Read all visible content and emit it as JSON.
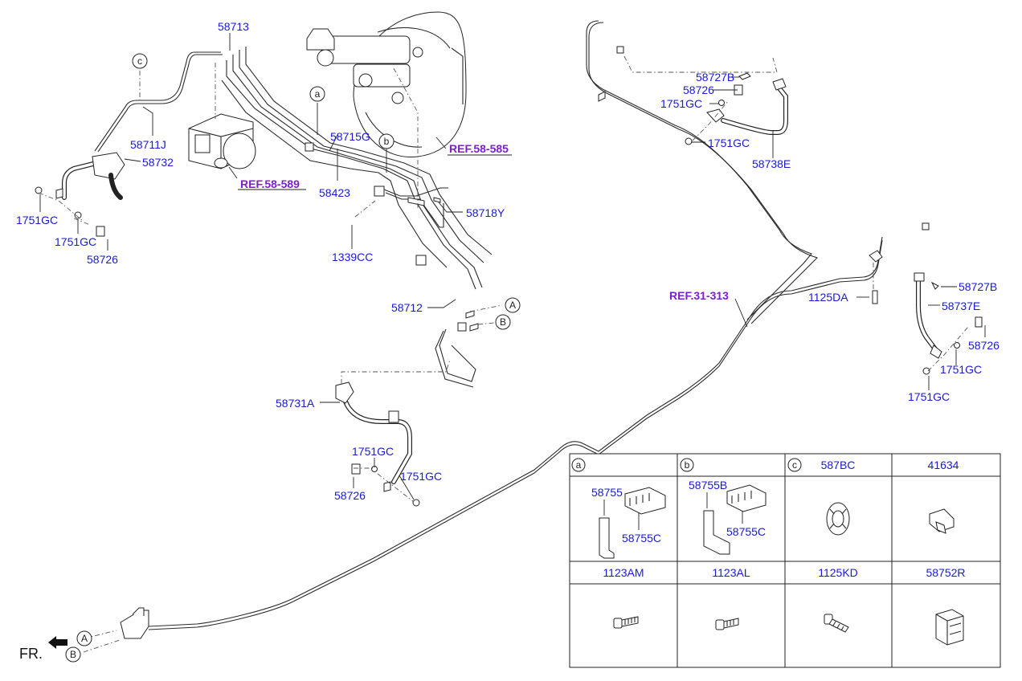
{
  "labels": {
    "p58713": "58713",
    "p58711J": "58711J",
    "p58732": "58732",
    "gc1": "1751GC",
    "gc2": "1751GC",
    "p58726a": "58726",
    "ref58589": "REF.58-589",
    "p58715G": "58715G",
    "p58423": "58423",
    "ref58585": "REF.58-585",
    "p58718Y": "58718Y",
    "p1339CC": "1339CC",
    "p58712": "58712",
    "p58731A": "58731A",
    "gc3": "1751GC",
    "gc4": "1751GC",
    "p58726b": "58726",
    "p58727Ba": "58727B",
    "p58726c": "58726",
    "gc5": "1751GC",
    "gc6": "1751GC",
    "p58738E": "58738E",
    "ref31313": "REF.31-313",
    "p1125DA": "1125DA",
    "p58727Bb": "58727B",
    "p58737E": "58737E",
    "p58726d": "58726",
    "gc7": "1751GC",
    "gc8": "1751GC",
    "fr": "FR."
  },
  "callouts": {
    "c": "c",
    "a": "a",
    "b": "b",
    "A1": "A",
    "B1": "B",
    "A2": "A",
    "B2": "B"
  },
  "table": {
    "row1": [
      {
        "circle": "a",
        "code": ""
      },
      {
        "circle": "b",
        "code": ""
      },
      {
        "circle": "c",
        "code": "587BC"
      },
      {
        "circle": "",
        "code": "41634"
      }
    ],
    "row2": [
      "1123AM",
      "1123AL",
      "1125KD",
      "58752R"
    ],
    "cell_a": {
      "part1": "58755",
      "part2": "58755C"
    },
    "cell_b": {
      "part1": "58755B",
      "part2": "58755C"
    }
  },
  "colors": {
    "part_number": "#1a1ad6",
    "reference": "#7b1fd0",
    "line": "#2b2b2b"
  }
}
